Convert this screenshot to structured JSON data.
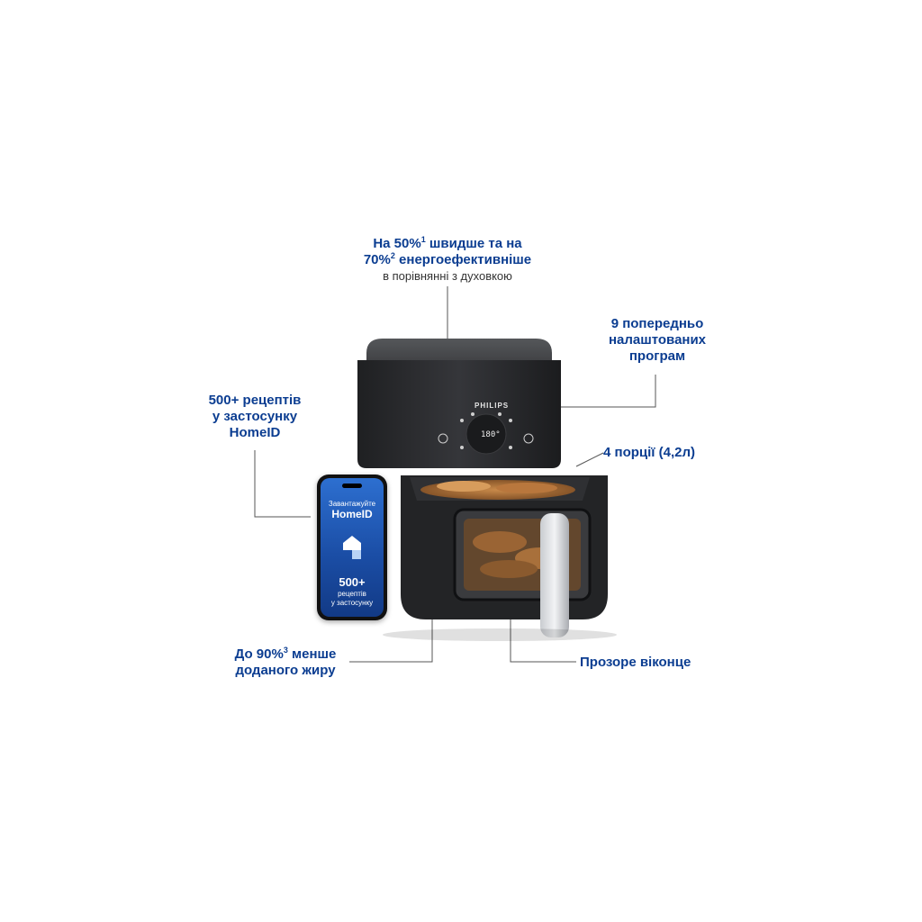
{
  "callouts": {
    "speed": {
      "line1_pre": "На 50%",
      "line1_sup": "1",
      "line1_post": " швидше та на",
      "line2_pre": "70%",
      "line2_sup": "2",
      "line2_post": " енергоефективніше",
      "sub": "в порівнянні з духовкою"
    },
    "programs": {
      "line1": "9 попередньо",
      "line2": "налаштованих",
      "line3": "програм"
    },
    "recipes": {
      "line1": "500+ рецептів",
      "line2": "у застосунку",
      "line3": "HomeID"
    },
    "portions": {
      "text": "4 порції (4,2л)"
    },
    "fat": {
      "line1_pre": "До 90%",
      "line1_sup": "3",
      "line1_post": " менше",
      "line2": "доданого жиру"
    },
    "window": {
      "text": "Прозоре віконце"
    }
  },
  "phone": {
    "line1": "Завантажуйте",
    "line2": "HomeID",
    "count": "500+",
    "small1": "рецептів",
    "small2": "у застосунку"
  },
  "fryer": {
    "brand": "PHILIPS",
    "display_temp": "180°"
  },
  "colors": {
    "callout_text": "#0b3d91",
    "leader_line": "#555555",
    "fryer_body": "#2a2b2d",
    "phone_screen": "#1b4ea6"
  }
}
